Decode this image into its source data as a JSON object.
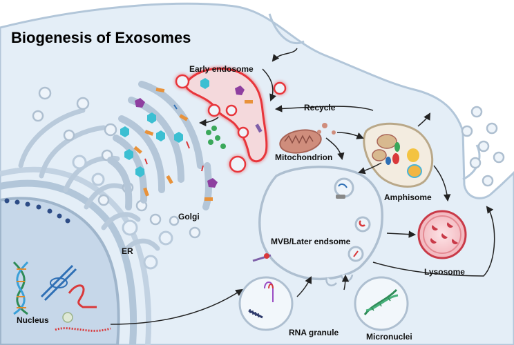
{
  "title": "Biogenesis of Exosomes",
  "labels": {
    "early_endosome": "Early endosome",
    "recycle": "Recycle",
    "mitochondrion": "Mitochondrion",
    "amphisome": "Amphisome",
    "golgi": "Golgi",
    "er": "ER",
    "mvb": "MVB/Later  endsome",
    "lysosome": "Lysosome",
    "nucleus": "Nucleus",
    "rna_granule": "RNA granule",
    "micronuclei": "Micronuclei"
  },
  "colors": {
    "cytoplasm": "#e3edf6",
    "membrane": "#a9bed2",
    "nucleus": "#c9d9ea",
    "endosome_glow": "#ff3b3b",
    "lysosome": "#f7c8cc",
    "lysosome_border": "#c93a48",
    "mitochondrion": "#c98b79",
    "arrow": "#222222"
  }
}
